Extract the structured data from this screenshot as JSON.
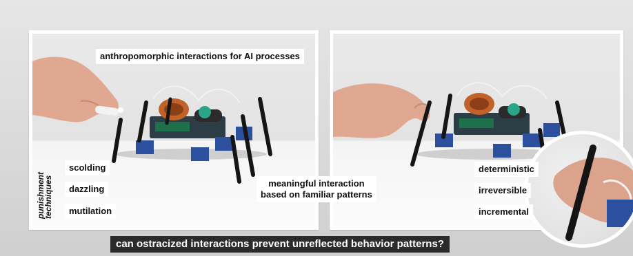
{
  "left_panel": {
    "title_label": "anthropomorphic interactions for AI processes",
    "vertical_label": "punishment\ntechniques",
    "techniques": [
      "scolding",
      "dazzling",
      "mutilation"
    ]
  },
  "center_label": "meaningful interaction\nbased on familiar patterns",
  "right_panel": {
    "properties": [
      "deterministic",
      "irreversible",
      "incremental"
    ]
  },
  "caption": "can ostracized interactions prevent unreflected behavior patterns?",
  "colors": {
    "robot_blue": "#2c4f9e",
    "wire_copper": "#c0622a",
    "caption_bg": "#2b2b2b"
  }
}
